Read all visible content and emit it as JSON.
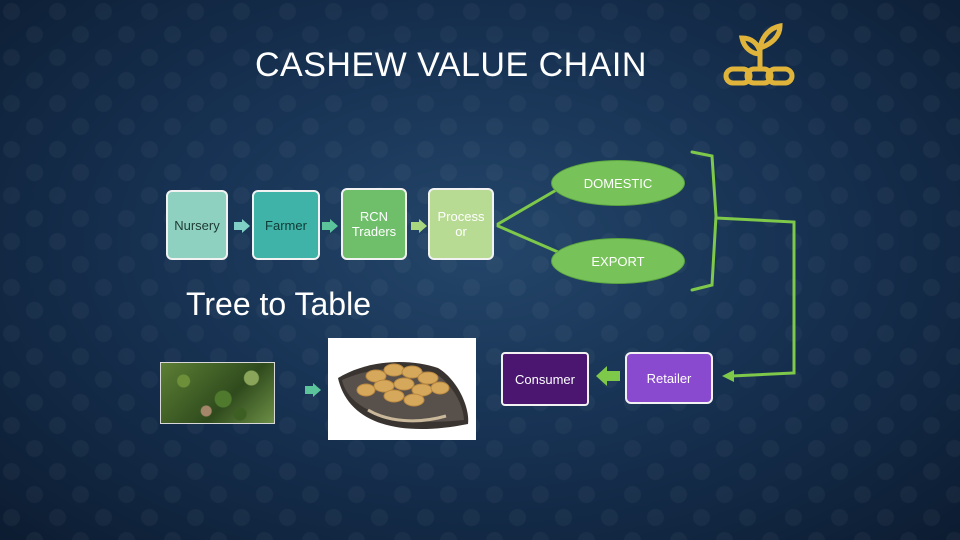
{
  "title": "CASHEW VALUE CHAIN",
  "subtitle": "Tree to Table",
  "nodes": {
    "nursery": "Nursery",
    "farmer": "Farmer",
    "rcn_traders": "RCN\nTraders",
    "processor": "Process\nor",
    "domestic": "DOMESTIC",
    "export": "EXPORT",
    "consumer": "Consumer",
    "retailer": "Retailer"
  },
  "icons": [
    "chain-plant-logo-icon",
    "right-arrow-icon",
    "left-arrow-icon"
  ],
  "colors": {
    "background": "#173253",
    "nursery": "#8fd1c0",
    "farmer": "#3fb3a7",
    "rcn_traders": "#6fbf6a",
    "processor": "#b7db93",
    "market_oval": "#77c35a",
    "connector": "#7ec84a",
    "consumer": "#4a1670",
    "retailer": "#8a4ad0",
    "logo": "#e0b43a"
  }
}
